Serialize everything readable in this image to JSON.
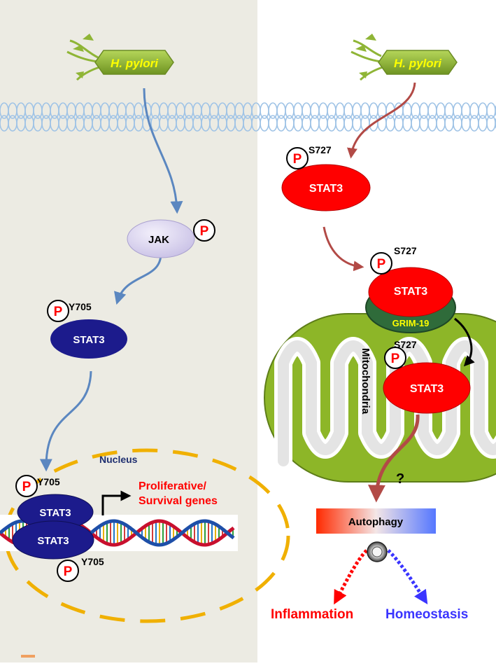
{
  "colors": {
    "left_panel_bg": "#ecebe3",
    "membrane": "#9fc3e6",
    "hpylori_fill": "#8fb536",
    "hpylori_text": "#ffff00",
    "jak_fill": "#d9d4ee",
    "stat3_dark": "#1c1b8c",
    "stat3_red": "#ff0000",
    "phospho_red": "#ff0000",
    "arrow_blue": "#5b87c0",
    "arrow_red": "#b24a46",
    "mito_green": "#8db628",
    "grim19_text": "#ffff00",
    "nucleus_dash": "#f0b000",
    "gene_text": "#ff0000",
    "inflammation": "#ff0000",
    "homeostasis": "#3a34ff"
  },
  "left": {
    "pathogen_label": "H. pylori",
    "jak_label": "JAK",
    "phospho_symbol": "P",
    "stat3_label": "STAT3",
    "y705_label": "Y705",
    "nucleus_label": "Nucleus",
    "genes_line1": "Proliferative/",
    "genes_line2": "Survival genes"
  },
  "right": {
    "pathogen_label": "H. pylori",
    "stat3_label": "STAT3",
    "s727_label": "S727",
    "phospho_symbol": "P",
    "grim19_label": "GRIM-19",
    "mito_label": "Mitochondria",
    "question_mark": "?",
    "autophagy_label": "Autophagy",
    "inflammation_label": "Inflammation",
    "homeostasis_label": "Homeostasis"
  }
}
